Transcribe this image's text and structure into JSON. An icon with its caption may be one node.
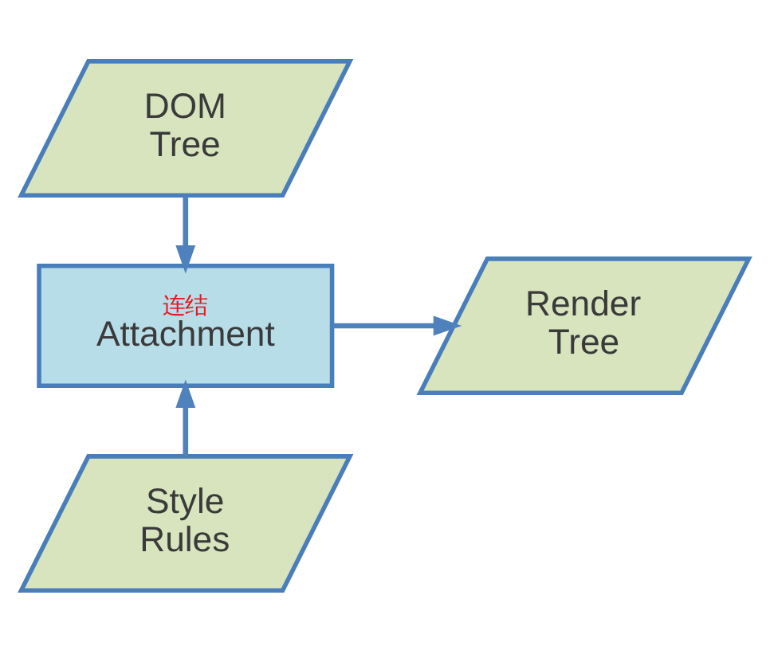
{
  "diagram": {
    "nodes": [
      {
        "text": [
          "DOM Tree"
        ]
      },
      {
        "text": [
          "连结",
          "Attachment"
        ]
      },
      {
        "text": [
          "Render Tree"
        ]
      },
      {
        "text": [
          "Style Rules"
        ]
      }
    ],
    "edges": [
      {
        "from": 0,
        "to": 1,
        "arrow": "to"
      },
      {
        "from": 1,
        "to": 2,
        "arrow": "to"
      },
      {
        "from": 3,
        "to": 1,
        "arrow": "to"
      }
    ]
  }
}
